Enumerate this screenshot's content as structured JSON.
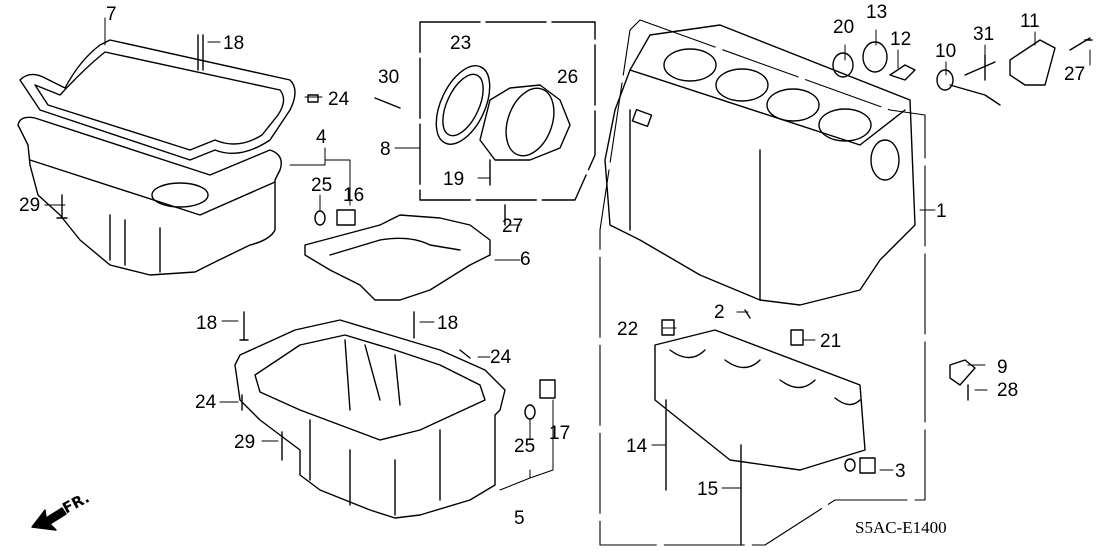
{
  "diagram": {
    "title": "Cylinder Block / Oil Pan exploded view",
    "code": "S5AC-E1400",
    "direction_label": "FR.",
    "callouts": [
      {
        "id": "c1",
        "label": "1",
        "part": "cylinder-block"
      },
      {
        "id": "c2",
        "label": "2",
        "part": "bolt-bearing-cap"
      },
      {
        "id": "c3",
        "label": "3",
        "part": "drain-plug-block"
      },
      {
        "id": "c4",
        "label": "4",
        "part": "oil-pan-assembly"
      },
      {
        "id": "c5",
        "label": "5",
        "part": "lower-oil-pan-assembly"
      },
      {
        "id": "c6",
        "label": "6",
        "part": "baffle-plate"
      },
      {
        "id": "c7",
        "label": "7",
        "part": "oil-pan-gasket"
      },
      {
        "id": "c8",
        "label": "8",
        "part": "oil-seal-case-assembly"
      },
      {
        "id": "c9",
        "label": "9",
        "part": "bracket"
      },
      {
        "id": "c10",
        "label": "10",
        "part": "knock-sensor"
      },
      {
        "id": "c11",
        "label": "11",
        "part": "sensor-bracket"
      },
      {
        "id": "c12",
        "label": "12",
        "part": "oil-pressure-switch"
      },
      {
        "id": "c13",
        "label": "13",
        "part": "plug"
      },
      {
        "id": "c14",
        "label": "14",
        "part": "bolt-long-a"
      },
      {
        "id": "c15",
        "label": "15",
        "part": "bolt-long-b"
      },
      {
        "id": "c16",
        "label": "16",
        "part": "drain-plug-upper"
      },
      {
        "id": "c17",
        "label": "17",
        "part": "drain-plug-lower"
      },
      {
        "id": "c18a",
        "label": "18",
        "part": "stud-bolt"
      },
      {
        "id": "c18b",
        "label": "18",
        "part": "stud-bolt"
      },
      {
        "id": "c18c",
        "label": "18",
        "part": "stud-bolt"
      },
      {
        "id": "c19",
        "label": "19",
        "part": "stud-bolt-seal-case"
      },
      {
        "id": "c20",
        "label": "20",
        "part": "washer"
      },
      {
        "id": "c21",
        "label": "21",
        "part": "dowel-pin"
      },
      {
        "id": "c22",
        "label": "22",
        "part": "dowel-pin"
      },
      {
        "id": "c23",
        "label": "23",
        "part": "oil-seal"
      },
      {
        "id": "c24a",
        "label": "24",
        "part": "nut"
      },
      {
        "id": "c24b",
        "label": "24",
        "part": "nut"
      },
      {
        "id": "c24c",
        "label": "24",
        "part": "nut"
      },
      {
        "id": "c25a",
        "label": "25",
        "part": "washer-drain"
      },
      {
        "id": "c25b",
        "label": "25",
        "part": "washer-drain"
      },
      {
        "id": "c26",
        "label": "26",
        "part": "dowel-pin"
      },
      {
        "id": "c27a",
        "label": "27",
        "part": "bolt"
      },
      {
        "id": "c27b",
        "label": "27",
        "part": "bolt"
      },
      {
        "id": "c28",
        "label": "28",
        "part": "bolt"
      },
      {
        "id": "c29a",
        "label": "29",
        "part": "bolt"
      },
      {
        "id": "c29b",
        "label": "29",
        "part": "bolt"
      },
      {
        "id": "c30",
        "label": "30",
        "part": "bolt"
      },
      {
        "id": "c31",
        "label": "31",
        "part": "bolt"
      }
    ]
  }
}
